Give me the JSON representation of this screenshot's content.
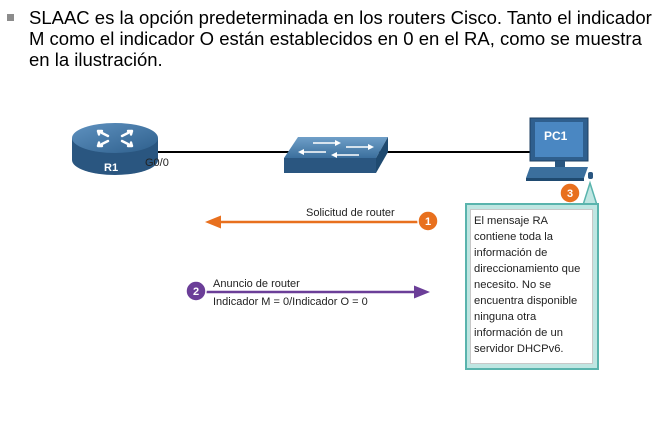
{
  "bullet": {
    "text": "SLAAC es la opción predeterminada en los routers Cisco. Tanto el indicador M como el indicador O están establecidos en 0 en el RA, como se muestra en la ilustración."
  },
  "diagram": {
    "router_label": "R1",
    "interface_label": "G0/0",
    "pc_label": "PC1",
    "step1": {
      "number": "1",
      "message": "Solicitud de router",
      "color": "#e8701e"
    },
    "step2": {
      "number": "2",
      "line1": "Anuncio de router",
      "line2": "Indicador M = 0/Indicador O = 0",
      "color": "#6b3e98"
    },
    "step3": {
      "number": "3",
      "color": "#e8701e",
      "note": "El mensaje RA contiene toda la información de direccionamiento que necesito. No se encuentra disponible ninguna otra información de un servidor DHCPv6."
    }
  }
}
